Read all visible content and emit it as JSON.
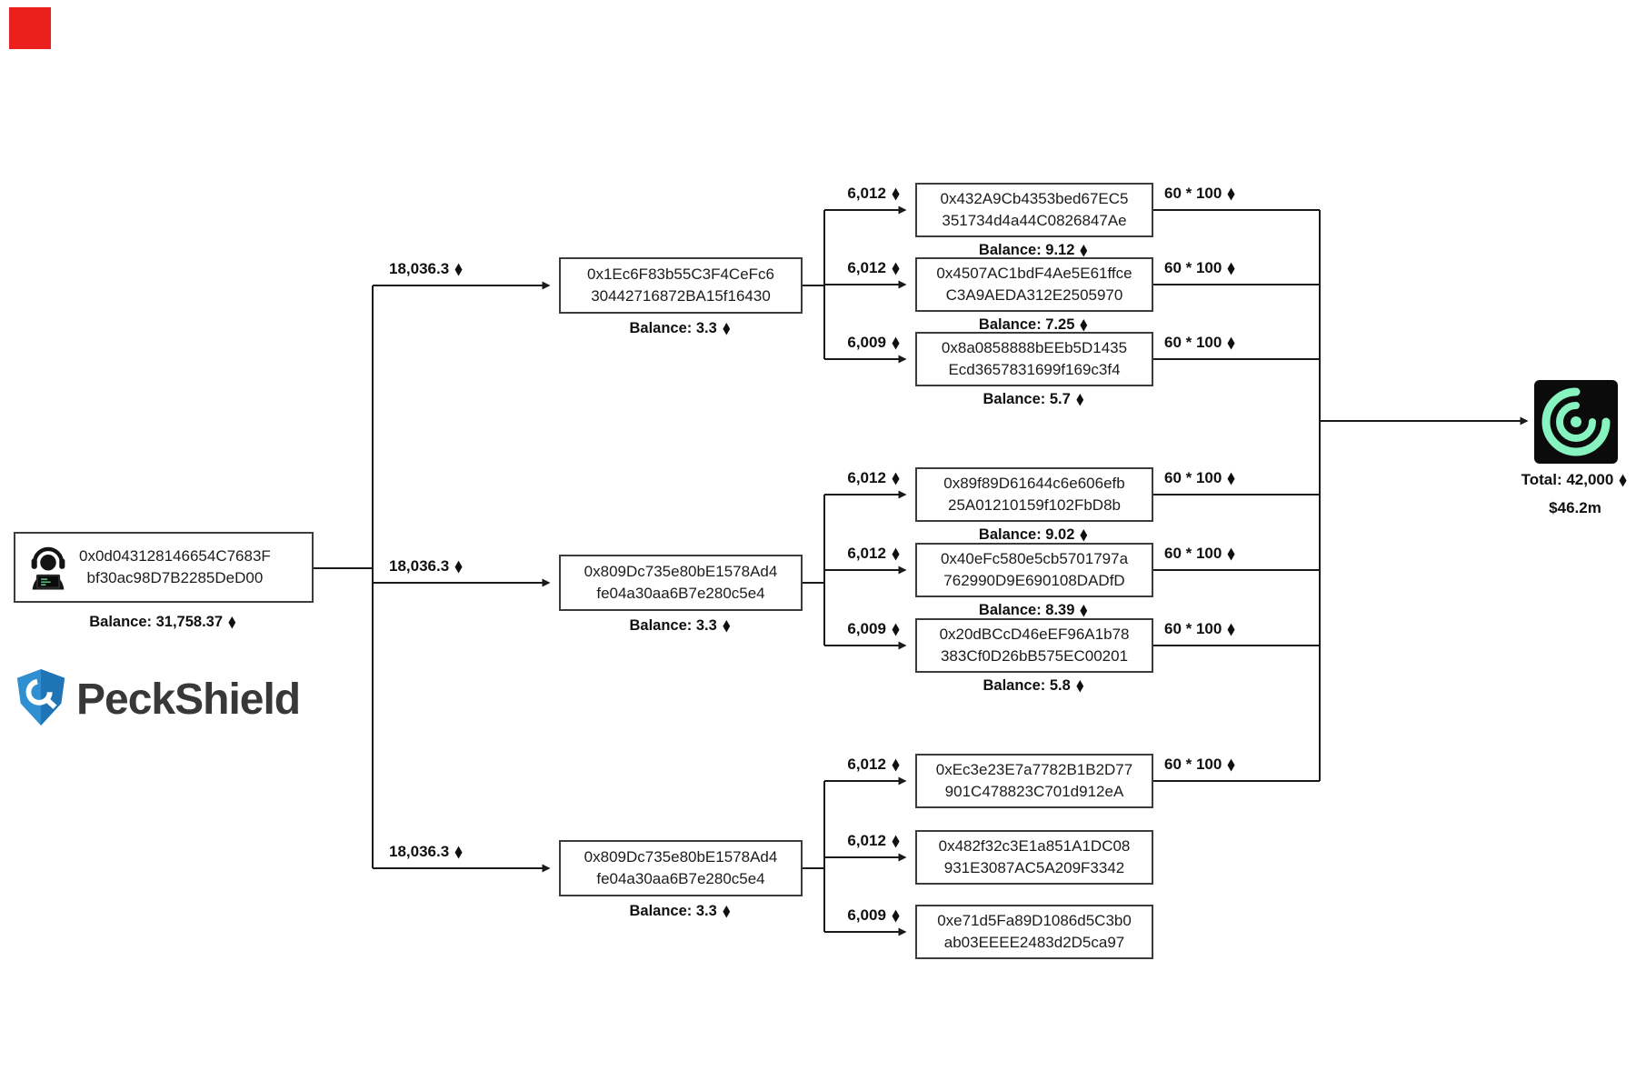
{
  "icons": {
    "eth": "◆"
  },
  "colors": {
    "line": "#1a1a1a",
    "box_border": "#3c3c3c",
    "red_marker": "#ec1f1f",
    "tornado_green": "#86f3c0",
    "brand_blue": "#2f8fd0"
  },
  "source": {
    "line1": "0x0d043128146654C7683F",
    "line2": "bf30ac98D7B2285DeD00",
    "balance": "Balance: 31,758.37"
  },
  "brand": {
    "name": "PeckShield"
  },
  "level1": [
    {
      "line1": "0x1Ec6F83b55C3F4CeFc6",
      "line2": "30442716872BA15f16430",
      "balance": "Balance: 3.3",
      "in_amount": "18,036.3"
    },
    {
      "line1": "0x809Dc735e80bE1578Ad4",
      "line2": "fe04a30aa6B7e280c5e4",
      "balance": "Balance: 3.3",
      "in_amount": "18,036.3"
    },
    {
      "line1": "0x809Dc735e80bE1578Ad4",
      "line2": "fe04a30aa6B7e280c5e4",
      "balance": "Balance: 3.3",
      "in_amount": "18,036.3"
    }
  ],
  "level2": [
    {
      "line1": "0x432A9Cb4353bed67EC5",
      "line2": "351734d4a44C0826847Ae",
      "balance": "Balance: 9.12",
      "in_amount": "6,012",
      "out_amount": "60 * 100"
    },
    {
      "line1": "0x4507AC1bdF4Ae5E61ffce",
      "line2": "C3A9AEDA312E2505970",
      "balance": "Balance: 7.25",
      "in_amount": "6,012",
      "out_amount": "60 * 100"
    },
    {
      "line1": "0x8a0858888bEEb5D1435",
      "line2": "Ecd3657831699f169c3f4",
      "balance": "Balance: 5.7",
      "in_amount": "6,009",
      "out_amount": "60 * 100"
    },
    {
      "line1": "0x89f89D61644c6e606efb",
      "line2": "25A01210159f102FbD8b",
      "balance": "Balance: 9.02",
      "in_amount": "6,012",
      "out_amount": "60 * 100"
    },
    {
      "line1": "0x40eFc580e5cb5701797a",
      "line2": "762990D9E690108DADfD",
      "balance": "Balance: 8.39",
      "in_amount": "6,012",
      "out_amount": "60 * 100"
    },
    {
      "line1": "0x20dBCcD46eEF96A1b78",
      "line2": "383Cf0D26bB575EC00201",
      "balance": "Balance: 5.8",
      "in_amount": "6,009",
      "out_amount": "60 * 100"
    },
    {
      "line1": "0xEc3e23E7a7782B1B2D77",
      "line2": "901C478823C701d912eA",
      "in_amount": "6,012",
      "out_amount": "60 * 100"
    },
    {
      "line1": "0x482f32c3E1a851A1DC08",
      "line2": "931E3087AC5A209F3342",
      "in_amount": "6,012"
    },
    {
      "line1": "0xe71d5Fa89D1086d5C3b0",
      "line2": "ab03EEEE2483d2D5ca97",
      "in_amount": "6,009"
    }
  ],
  "destination": {
    "total": "Total: 42,000",
    "usd": "$46.2m"
  }
}
